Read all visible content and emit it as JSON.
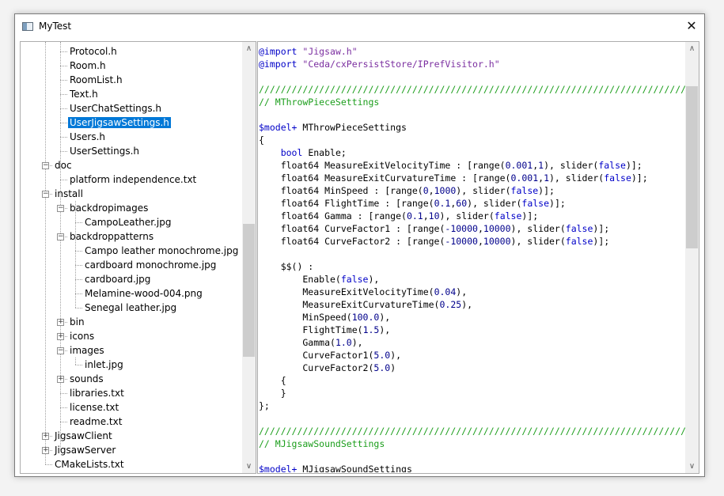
{
  "window": {
    "title": "MyTest",
    "close_label": "✕"
  },
  "tree": {
    "items": [
      {
        "label": "Protocol.h"
      },
      {
        "label": "Room.h"
      },
      {
        "label": "RoomList.h"
      },
      {
        "label": "Text.h"
      },
      {
        "label": "UserChatSettings.h"
      },
      {
        "label": "UserJigsawSettings.h",
        "selected": true
      },
      {
        "label": "Users.h"
      },
      {
        "label": "UserSettings.h"
      },
      {
        "label": "doc"
      },
      {
        "label": "platform independence.txt"
      },
      {
        "label": "install"
      },
      {
        "label": "backdropimages"
      },
      {
        "label": "CampoLeather.jpg"
      },
      {
        "label": "backdroppatterns"
      },
      {
        "label": "Campo leather monochrome.jpg"
      },
      {
        "label": "cardboard monochrome.jpg"
      },
      {
        "label": "cardboard.jpg"
      },
      {
        "label": "Melamine-wood-004.png"
      },
      {
        "label": "Senegal leather.jpg"
      },
      {
        "label": "bin"
      },
      {
        "label": "icons"
      },
      {
        "label": "images"
      },
      {
        "label": "inlet.jpg"
      },
      {
        "label": "sounds"
      },
      {
        "label": "libraries.txt"
      },
      {
        "label": "license.txt"
      },
      {
        "label": "readme.txt"
      },
      {
        "label": "JigsawClient"
      },
      {
        "label": "JigsawServer"
      },
      {
        "label": "CMakeLists.txt"
      }
    ]
  },
  "editor": {
    "lines": [
      [
        [
          "kw",
          "@import"
        ],
        [
          "t",
          " "
        ],
        [
          "str",
          "\"Jigsaw.h\""
        ]
      ],
      [
        [
          "kw",
          "@import"
        ],
        [
          "t",
          " "
        ],
        [
          "str",
          "\"Ceda/cxPersistStore/IPrefVisitor.h\""
        ]
      ],
      [],
      [
        [
          "cmt",
          "/////////////////////////////////////////////////////////////////////////////////////////////////"
        ]
      ],
      [
        [
          "cmt",
          "// MThrowPieceSettings"
        ]
      ],
      [],
      [
        [
          "kw",
          "$model+"
        ],
        [
          "t",
          " MThrowPieceSettings"
        ]
      ],
      [
        [
          "t",
          "{"
        ]
      ],
      [
        [
          "t",
          "    "
        ],
        [
          "bl",
          "bool"
        ],
        [
          "t",
          " Enable;"
        ]
      ],
      [
        [
          "t",
          "    float64 MeasureExitVelocityTime : [range("
        ],
        [
          "num",
          "0.001"
        ],
        [
          "t",
          ","
        ],
        [
          "num",
          "1"
        ],
        [
          "t",
          "), slider("
        ],
        [
          "bl",
          "false"
        ],
        [
          "t",
          ")];"
        ]
      ],
      [
        [
          "t",
          "    float64 MeasureExitCurvatureTime : [range("
        ],
        [
          "num",
          "0.001"
        ],
        [
          "t",
          ","
        ],
        [
          "num",
          "1"
        ],
        [
          "t",
          "), slider("
        ],
        [
          "bl",
          "false"
        ],
        [
          "t",
          ")];"
        ]
      ],
      [
        [
          "t",
          "    float64 MinSpeed : [range("
        ],
        [
          "num",
          "0"
        ],
        [
          "t",
          ","
        ],
        [
          "num",
          "1000"
        ],
        [
          "t",
          "), slider("
        ],
        [
          "bl",
          "false"
        ],
        [
          "t",
          ")];"
        ]
      ],
      [
        [
          "t",
          "    float64 FlightTime : [range("
        ],
        [
          "num",
          "0.1"
        ],
        [
          "t",
          ","
        ],
        [
          "num",
          "60"
        ],
        [
          "t",
          "), slider("
        ],
        [
          "bl",
          "false"
        ],
        [
          "t",
          ")];"
        ]
      ],
      [
        [
          "t",
          "    float64 Gamma : [range("
        ],
        [
          "num",
          "0.1"
        ],
        [
          "t",
          ","
        ],
        [
          "num",
          "10"
        ],
        [
          "t",
          "), slider("
        ],
        [
          "bl",
          "false"
        ],
        [
          "t",
          ")];"
        ]
      ],
      [
        [
          "t",
          "    float64 CurveFactor1 : [range("
        ],
        [
          "num",
          "-10000"
        ],
        [
          "t",
          ","
        ],
        [
          "num",
          "10000"
        ],
        [
          "t",
          "), slider("
        ],
        [
          "bl",
          "false"
        ],
        [
          "t",
          ")];"
        ]
      ],
      [
        [
          "t",
          "    float64 CurveFactor2 : [range("
        ],
        [
          "num",
          "-10000"
        ],
        [
          "t",
          ","
        ],
        [
          "num",
          "10000"
        ],
        [
          "t",
          "), slider("
        ],
        [
          "bl",
          "false"
        ],
        [
          "t",
          ")];"
        ]
      ],
      [],
      [
        [
          "t",
          "    $$() :"
        ]
      ],
      [
        [
          "t",
          "        Enable("
        ],
        [
          "bl",
          "false"
        ],
        [
          "t",
          "),"
        ]
      ],
      [
        [
          "t",
          "        MeasureExitVelocityTime("
        ],
        [
          "num",
          "0.04"
        ],
        [
          "t",
          "),"
        ]
      ],
      [
        [
          "t",
          "        MeasureExitCurvatureTime("
        ],
        [
          "num",
          "0.25"
        ],
        [
          "t",
          "),"
        ]
      ],
      [
        [
          "t",
          "        MinSpeed("
        ],
        [
          "num",
          "100.0"
        ],
        [
          "t",
          "),"
        ]
      ],
      [
        [
          "t",
          "        FlightTime("
        ],
        [
          "num",
          "1.5"
        ],
        [
          "t",
          "),"
        ]
      ],
      [
        [
          "t",
          "        Gamma("
        ],
        [
          "num",
          "1.0"
        ],
        [
          "t",
          "),"
        ]
      ],
      [
        [
          "t",
          "        CurveFactor1("
        ],
        [
          "num",
          "5.0"
        ],
        [
          "t",
          "),"
        ]
      ],
      [
        [
          "t",
          "        CurveFactor2("
        ],
        [
          "num",
          "5.0"
        ],
        [
          "t",
          ")"
        ]
      ],
      [
        [
          "t",
          "    {"
        ]
      ],
      [
        [
          "t",
          "    }"
        ]
      ],
      [
        [
          "t",
          "};"
        ]
      ],
      [],
      [
        [
          "cmt",
          "/////////////////////////////////////////////////////////////////////////////////////////////////"
        ]
      ],
      [
        [
          "cmt",
          "// MJigsawSoundSettings"
        ]
      ],
      [],
      [
        [
          "kw",
          "$model+"
        ],
        [
          "t",
          " MJigsawSoundSettings"
        ]
      ]
    ]
  },
  "colors": {
    "selection": "#0078d7",
    "comment": "#1c9e1c",
    "keyword": "#0000c8",
    "string": "#7b2fa0",
    "number": "#00008b"
  },
  "icons": {
    "app": "window-icon",
    "close": "close-icon",
    "expand": "plus-box-icon",
    "collapse": "minus-box-icon"
  }
}
